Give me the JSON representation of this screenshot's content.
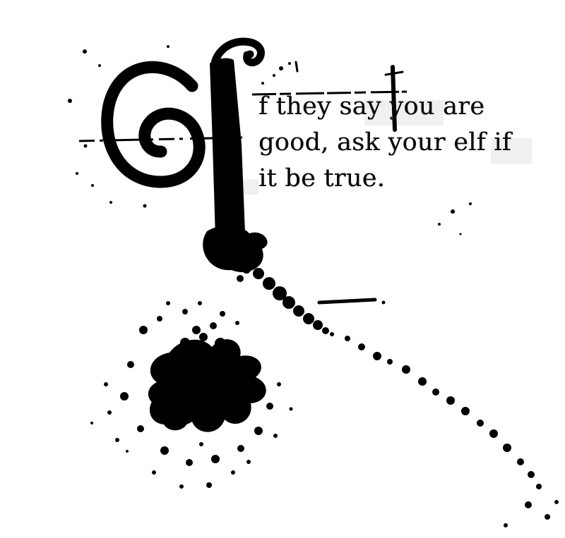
{
  "canvas": {
    "background_color": "#ffffff",
    "ink_color": "#000000"
  },
  "quote": {
    "drop_cap": "I",
    "lines": [
      "f they say you are",
      "good, ask your elf if",
      "it be true."
    ]
  }
}
